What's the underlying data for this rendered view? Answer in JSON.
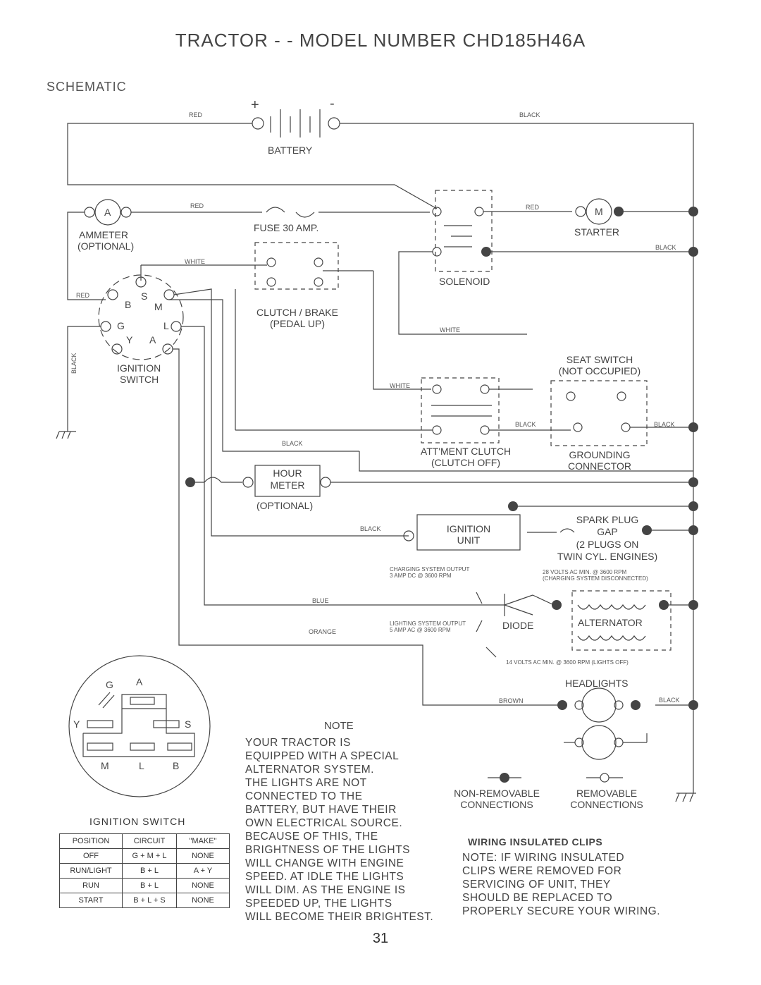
{
  "header": {
    "title": "TRACTOR - - MODEL NUMBER CHD185H46A",
    "subtitle": "SCHEMATIC"
  },
  "components": {
    "battery": "BATTERY",
    "battery_plus": "+",
    "battery_minus": "-",
    "ammeter_symbol": "A",
    "ammeter": "AMMETER",
    "ammeter_optional": "(OPTIONAL)",
    "fuse": "FUSE 30 AMP.",
    "starter_symbol": "M",
    "starter": "STARTER",
    "solenoid": "SOLENOID",
    "clutch_brake_1": "CLUTCH / BRAKE",
    "clutch_brake_2": "(PEDAL UP)",
    "ignition_switch_1": "IGNITION",
    "ignition_switch_2": "SWITCH",
    "terminal_b": "B",
    "terminal_s": "S",
    "terminal_m": "M",
    "terminal_g": "G",
    "terminal_l": "L",
    "terminal_y": "Y",
    "terminal_a": "A",
    "seat_switch_1": "SEAT SWITCH",
    "seat_switch_2": "(NOT OCCUPIED)",
    "attment_clutch_1": "ATT'MENT CLUTCH",
    "attment_clutch_2": "(CLUTCH OFF)",
    "grounding_1": "GROUNDING",
    "grounding_2": "CONNECTOR",
    "hour_meter_1": "HOUR",
    "hour_meter_2": "METER",
    "hour_meter_optional": "(OPTIONAL)",
    "ignition_unit_1": "IGNITION",
    "ignition_unit_2": "UNIT",
    "spark_plug_1": "SPARK PLUG",
    "spark_plug_2": "GAP",
    "spark_plug_3": "(2 PLUGS ON",
    "spark_plug_4": "TWIN CYL. ENGINES)",
    "charging_1": "CHARGING SYSTEM OUTPUT",
    "charging_2": "3 AMP DC @ 3600 RPM",
    "volts_28_1": "28 VOLTS AC MIN. @ 3600 RPM",
    "volts_28_2": "(CHARGING SYSTEM DISCONNECTED)",
    "lighting_1": "LIGHTING SYSTEM OUTPUT",
    "lighting_2": "5 AMP AC @ 3600 RPM",
    "diode": "DIODE",
    "alternator": "ALTERNATOR",
    "volts_14": "14 VOLTS AC MIN. @ 3600 RPM (LIGHTS OFF)",
    "headlights": "HEADLIGHTS",
    "non_removable_1": "NON-REMOVABLE",
    "non_removable_2": "CONNECTIONS",
    "removable_1": "REMOVABLE",
    "removable_2": "CONNECTIONS"
  },
  "wires": {
    "red": "RED",
    "black": "BLACK",
    "white": "WHITE",
    "blue": "BLUE",
    "orange": "ORANGE",
    "brown": "BROWN"
  },
  "plug_diagram": {
    "g": "G",
    "a": "A",
    "y": "Y",
    "s": "S",
    "m": "M",
    "l": "L",
    "b": "B"
  },
  "note": {
    "title": "NOTE",
    "lines": [
      "YOUR TRACTOR IS",
      "EQUIPPED WITH A SPECIAL",
      "ALTERNATOR SYSTEM.",
      "THE LIGHTS ARE NOT",
      "CONNECTED TO THE",
      "BATTERY, BUT HAVE THEIR",
      "OWN ELECTRICAL SOURCE.",
      "BECAUSE OF THIS, THE",
      "BRIGHTNESS OF THE LIGHTS",
      "WILL CHANGE WITH ENGINE",
      "SPEED.  AT IDLE THE LIGHTS",
      "WILL DIM.  AS THE ENGINE IS",
      "SPEEDED UP, THE LIGHTS",
      "WILL BECOME THEIR BRIGHTEST."
    ]
  },
  "clips": {
    "title": "WIRING INSULATED CLIPS",
    "lines": [
      "NOTE: IF WIRING INSULATED",
      "CLIPS WERE REMOVED FOR",
      "SERVICING OF UNIT, THEY",
      "SHOULD BE REPLACED TO",
      "PROPERLY SECURE YOUR WIRING."
    ]
  },
  "ignition_table": {
    "title": "IGNITION SWITCH",
    "headers": [
      "POSITION",
      "CIRCUIT",
      "\"MAKE\""
    ],
    "rows": [
      [
        "OFF",
        "G + M + L",
        "NONE"
      ],
      [
        "RUN/LIGHT",
        "B + L",
        "A + Y"
      ],
      [
        "RUN",
        "B + L",
        "NONE"
      ],
      [
        "START",
        "B + L + S",
        "NONE"
      ]
    ]
  },
  "page_number": "31"
}
